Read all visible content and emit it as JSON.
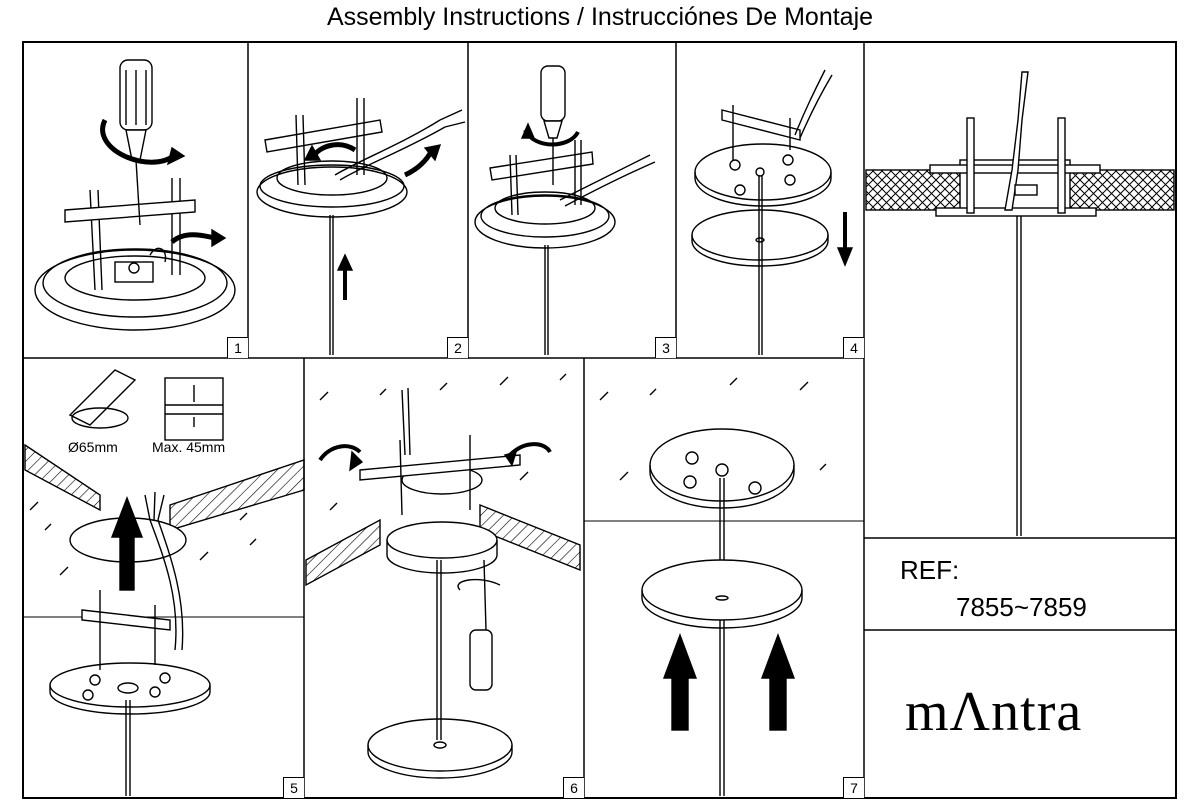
{
  "title": "Assembly Instructions / Instrucciónes De Montaje",
  "steps": [
    "1",
    "2",
    "3",
    "4",
    "5",
    "6",
    "7"
  ],
  "ref_label": "REF:",
  "ref_number": "7855~7859",
  "hole_diameter": "Ø65mm",
  "max_depth": "Max. 45mm",
  "brand": "mΛntra"
}
